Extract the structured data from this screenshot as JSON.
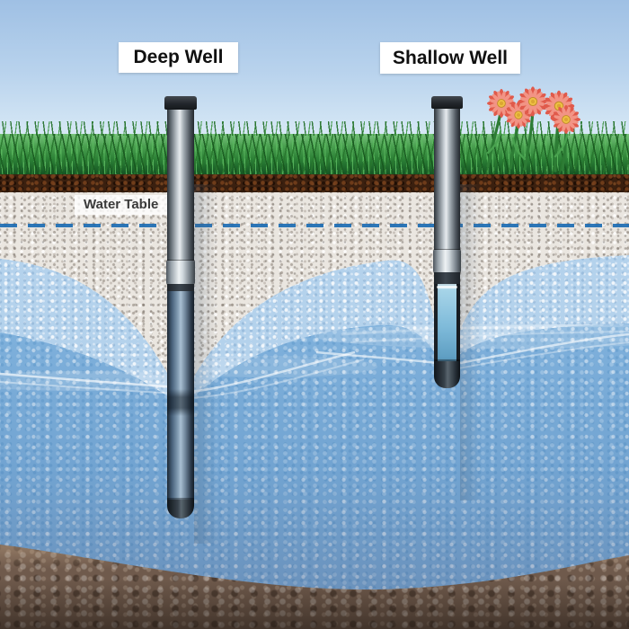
{
  "diagram": {
    "deep_well_label": "Deep Well",
    "shallow_well_label": "Shallow Well",
    "water_table_label": "Water Table"
  },
  "colors": {
    "water_table_line": "#1c6cb3",
    "sky_top": "#9fc0e4",
    "grass_green": "#2c8136",
    "topsoil_brown": "#3b200f",
    "gravel_tan": "#eae6e0",
    "moist_zone_blue": "#b4d2ec",
    "saturated_zone_blue": "#7fb1dc",
    "bedrock_brown": "#6f5a4c",
    "flower_petal_red": "#e05a4b",
    "flower_center_yellow": "#eec043",
    "pipe_metal_gray": "#c6cdd3",
    "pipe_submerged_blue": "#8aa4ba"
  }
}
